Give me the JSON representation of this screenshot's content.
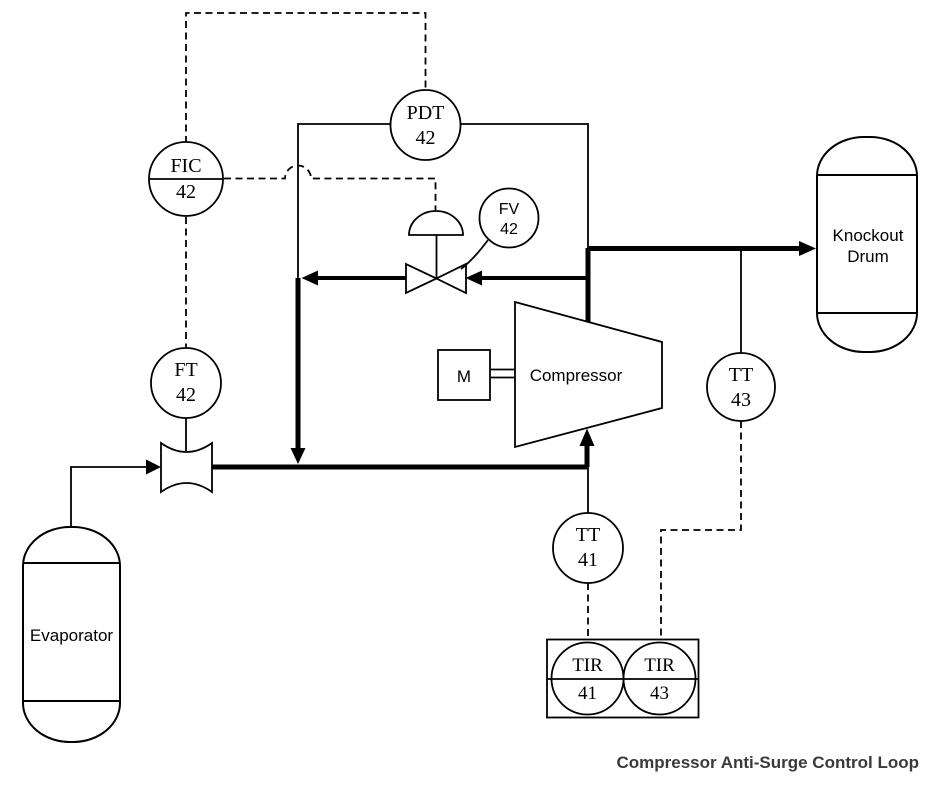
{
  "caption": "Compressor Anti-Surge Control Loop",
  "instruments": {
    "fic": {
      "tag": "FIC",
      "number": "42"
    },
    "pdt": {
      "tag": "PDT",
      "number": "42"
    },
    "fv": {
      "tag": "FV",
      "number": "42"
    },
    "ft": {
      "tag": "FT",
      "number": "42"
    },
    "tt41": {
      "tag": "TT",
      "number": "41"
    },
    "tt43": {
      "tag": "TT",
      "number": "43"
    },
    "tir41": {
      "tag": "TIR",
      "number": "41"
    },
    "tir43": {
      "tag": "TIR",
      "number": "43"
    }
  },
  "equipment": {
    "evaporator": "Evaporator",
    "motor": "M",
    "compressor": "Compressor",
    "knockout_drum": {
      "line1": "Knockout",
      "line2": "Drum"
    }
  },
  "colors": {
    "line": "#000000",
    "background": "#ffffff",
    "caption_text": "#3a3a3a"
  }
}
